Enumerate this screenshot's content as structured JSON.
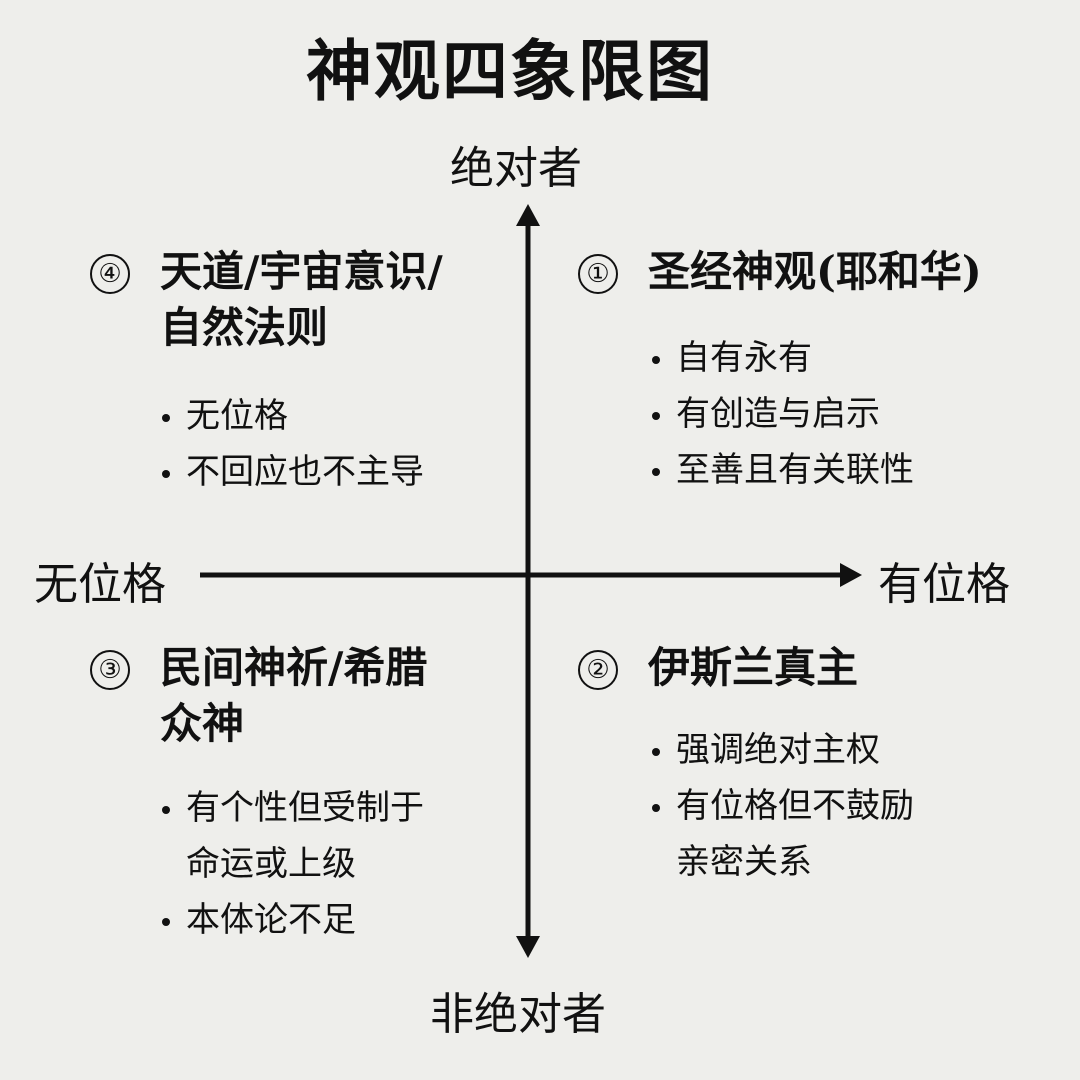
{
  "title": "神观四象限图",
  "axes": {
    "top": "绝对者",
    "bottom": "非绝对者",
    "left": "无位格",
    "right": "有位格"
  },
  "quadrants": {
    "q1": {
      "number": "①",
      "title_lines": [
        "圣经神观(耶和华)"
      ],
      "bullets": [
        [
          "自有永有"
        ],
        [
          "有创造与启示"
        ],
        [
          "至善且有关联性"
        ]
      ]
    },
    "q2": {
      "number": "②",
      "title_lines": [
        "伊斯兰真主"
      ],
      "bullets": [
        [
          "强调绝对主权"
        ],
        [
          "有位格但不鼓励",
          "亲密关系"
        ]
      ]
    },
    "q3": {
      "number": "③",
      "title_lines": [
        "民间神祈/希腊",
        "众神"
      ],
      "bullets": [
        [
          "有个性但受制于",
          "命运或上级"
        ],
        [
          "本体论不足"
        ]
      ]
    },
    "q4": {
      "number": "④",
      "title_lines": [
        "天道/宇宙意识/",
        "自然法则"
      ],
      "bullets": [
        [
          "无位格"
        ],
        [
          "不回应也不主导"
        ]
      ]
    }
  }
}
